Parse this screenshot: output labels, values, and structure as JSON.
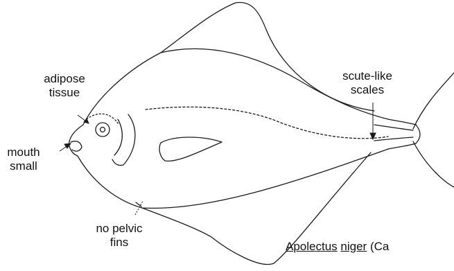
{
  "labels": {
    "adipose": [
      "adipose",
      "tissue"
    ],
    "scute": [
      "scute-like",
      "scales"
    ],
    "mouth": [
      "mouth",
      "small"
    ],
    "pelvic": [
      "no pelvic",
      "fins"
    ]
  },
  "species": {
    "genus": "Apolectus",
    "epithet": "niger",
    "rest": "(Ca"
  },
  "colors": {
    "stroke": "#1a1a1a",
    "text": "#111111"
  }
}
